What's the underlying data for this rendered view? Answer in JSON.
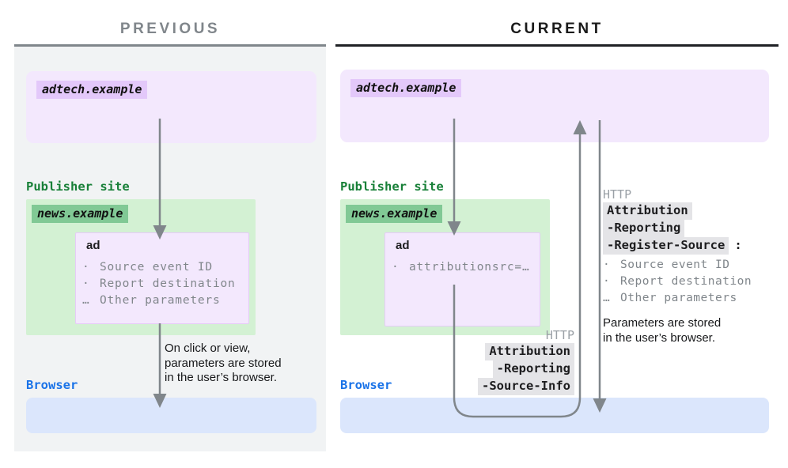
{
  "colors": {
    "panel_background": "#f1f3f4",
    "previous_header": "#80868b",
    "current_header": "#1a1a1a",
    "adtech_box": "#f3e8fd",
    "adtech_label_bg": "#e3c8fa",
    "publisher_text": "#188038",
    "news_box": "#d3f1d3",
    "news_label_bg": "#81c995",
    "ad_box_border": "#e6cbf8",
    "bullet_text": "#80868b",
    "browser_text": "#1a73e8",
    "browser_box": "#dbe6fc",
    "http_proto_text": "#9aa0a6",
    "http_chip_bg": "#e4e4e7",
    "arrow": "#80868b"
  },
  "previous": {
    "header": "PREVIOUS",
    "adtech_label": "adtech.example",
    "publisher_label": "Publisher site",
    "site_label": "news.example",
    "ad": {
      "title": "ad",
      "items": [
        {
          "marker": "·",
          "text": "Source event ID"
        },
        {
          "marker": "·",
          "text": "Report destination"
        },
        {
          "marker": "…",
          "text": "Other parameters"
        }
      ]
    },
    "arrow_caption": "On click or view,\nparameters are stored\nin the user’s browser.",
    "browser_label": "Browser"
  },
  "current": {
    "header": "CURRENT",
    "adtech_label": "adtech.example",
    "publisher_label": "Publisher site",
    "site_label": "news.example",
    "ad": {
      "title": "ad",
      "items": [
        {
          "marker": "·",
          "text": "attributionsrc=…"
        }
      ]
    },
    "request_header": {
      "protocol": "HTTP",
      "lines": [
        "Attribution",
        "-Reporting",
        "-Source-Info"
      ]
    },
    "response_header": {
      "protocol": "HTTP",
      "lines": [
        "Attribution",
        "-Reporting",
        "-Register-Source"
      ],
      "suffix": ":",
      "items": [
        {
          "marker": "·",
          "text": "Source event ID"
        },
        {
          "marker": "·",
          "text": "Report destination"
        },
        {
          "marker": "…",
          "text": "Other parameters"
        }
      ]
    },
    "storage_caption": "Parameters are stored\nin the user’s browser.",
    "browser_label": "Browser"
  }
}
